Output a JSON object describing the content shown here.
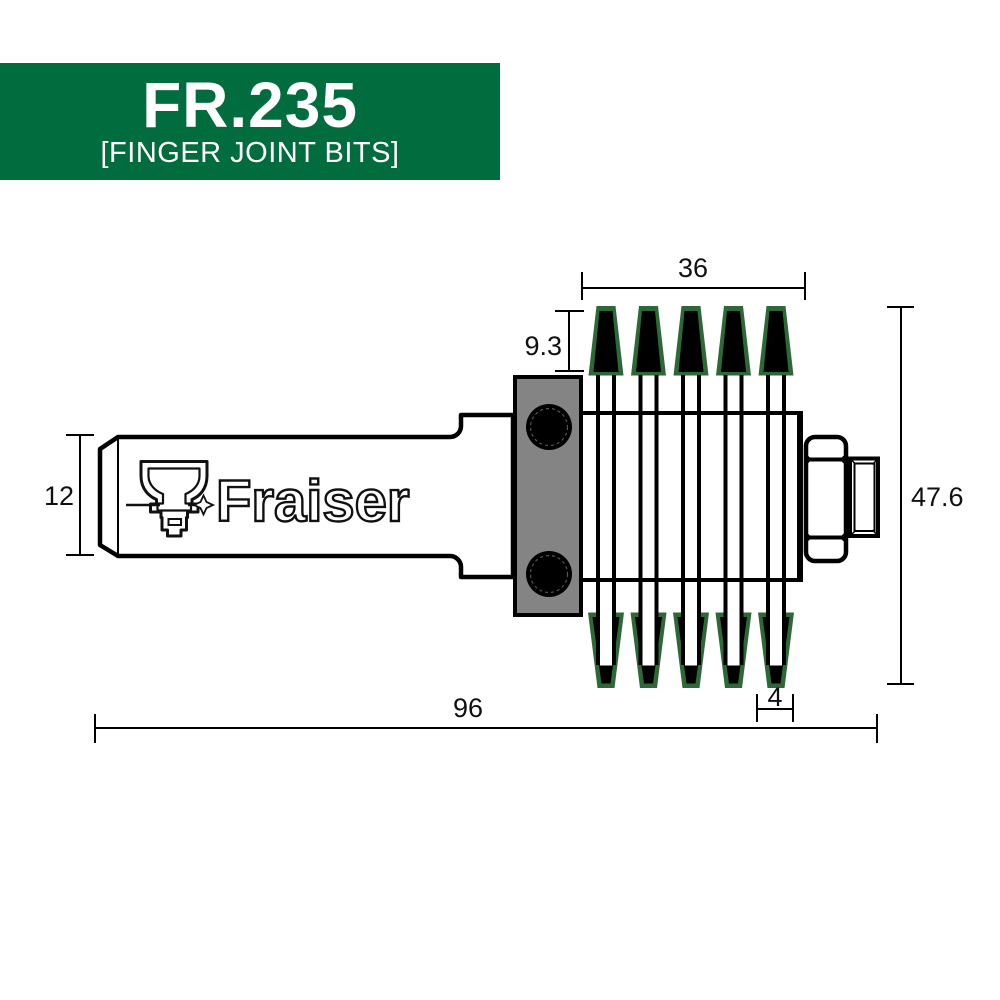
{
  "header": {
    "model": "FR.235",
    "category": "[FINGER JOINT BITS]",
    "bg_color": "#016C3E",
    "text_color": "#FFFFFF"
  },
  "logo": {
    "brand": "Fraiser"
  },
  "diagram": {
    "type": "technical-drawing",
    "subject": "finger joint router bit side view",
    "teeth_count": 5,
    "colors": {
      "tooth_green": "#2D6937",
      "collar_gray": "#848484",
      "line": "#000000",
      "background": "#FFFFFF"
    },
    "dimensions": {
      "cutter_width": "36",
      "tooth_protrusion": "9.3",
      "shank_diameter": "12",
      "cutting_diameter": "47.6",
      "overall_length": "96",
      "tooth_width": "4"
    }
  }
}
